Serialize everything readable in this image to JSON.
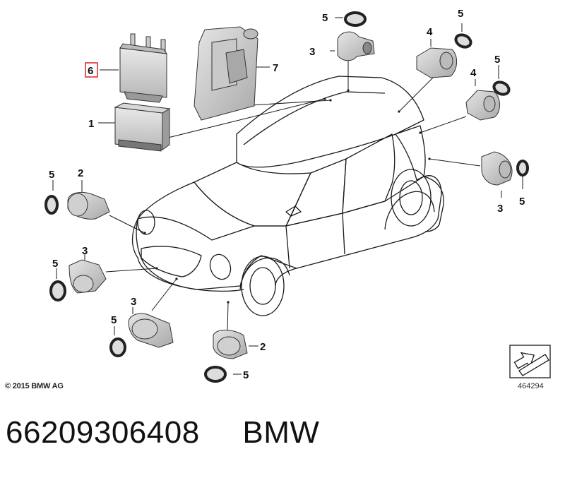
{
  "callouts": {
    "c1": "1",
    "c2a": "2",
    "c2b": "2",
    "c3a": "3",
    "c3b": "3",
    "c3c": "3",
    "c3d": "3",
    "c4a": "4",
    "c4b": "4",
    "c5a": "5",
    "c5b": "5",
    "c5c": "5",
    "c5d": "5",
    "c5e": "5",
    "c5f": "5",
    "c5g": "5",
    "c6": "6",
    "c7": "7"
  },
  "copyright": "© 2015 BMW AG",
  "diagram_number": "464294",
  "footer": {
    "part_number": "66209306408",
    "brand": "BMW"
  },
  "colors": {
    "part_fill": "#d4d4d4",
    "part_dark": "#8a8a8a",
    "line": "#1a1a1a",
    "highlight": "#d9242a"
  }
}
